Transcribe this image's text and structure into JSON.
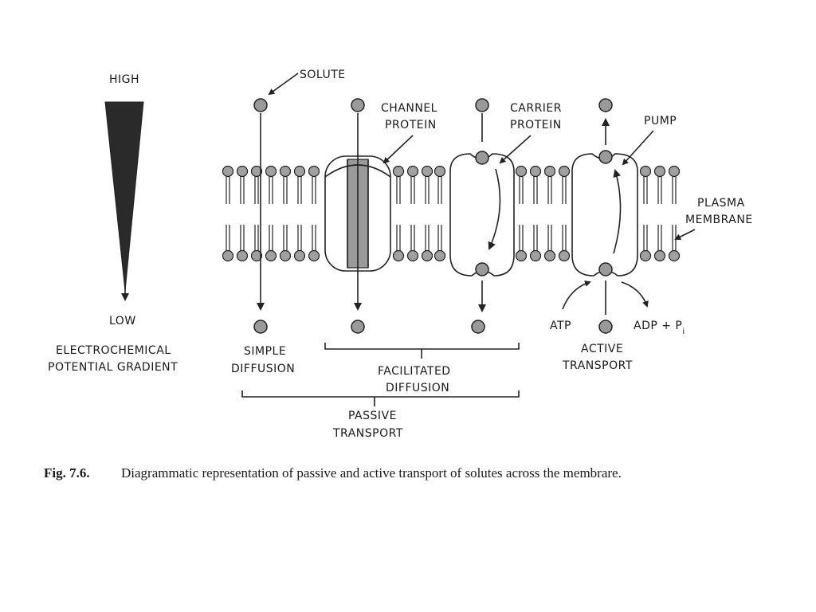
{
  "labels": {
    "high": "HIGH",
    "low": "LOW",
    "gradient_line1": "ELECTROCHEMICAL",
    "gradient_line2": "POTENTIAL GRADIENT",
    "solute": "SOLUTE",
    "channel_line1": "CHANNEL",
    "channel_line2": "PROTEIN",
    "carrier_line1": "CARRIER",
    "carrier_line2": "PROTEIN",
    "pump": "PUMP",
    "membrane_line1": "PLASMA",
    "membrane_line2": "MEMBRANE",
    "simple_line1": "SIMPLE",
    "simple_line2": "DIFFUSION",
    "facilitated_line1": "FACILITATED",
    "facilitated_line2": "DIFFUSION",
    "passive_line1": "PASSIVE",
    "passive_line2": "TRANSPORT",
    "active_line1": "ACTIVE",
    "active_line2": "TRANSPORT",
    "atp": "ATP",
    "adp": "ADP + P",
    "adp_sub": "i"
  },
  "caption": {
    "fig_label": "Fig. 7.6.",
    "text": "Diagrammatic representation of passive and active transport of solutes across the membrare."
  },
  "colors": {
    "ink": "#222222",
    "solute_fill": "#9a9a9a",
    "gradient_fill": "#2a2a2a"
  }
}
